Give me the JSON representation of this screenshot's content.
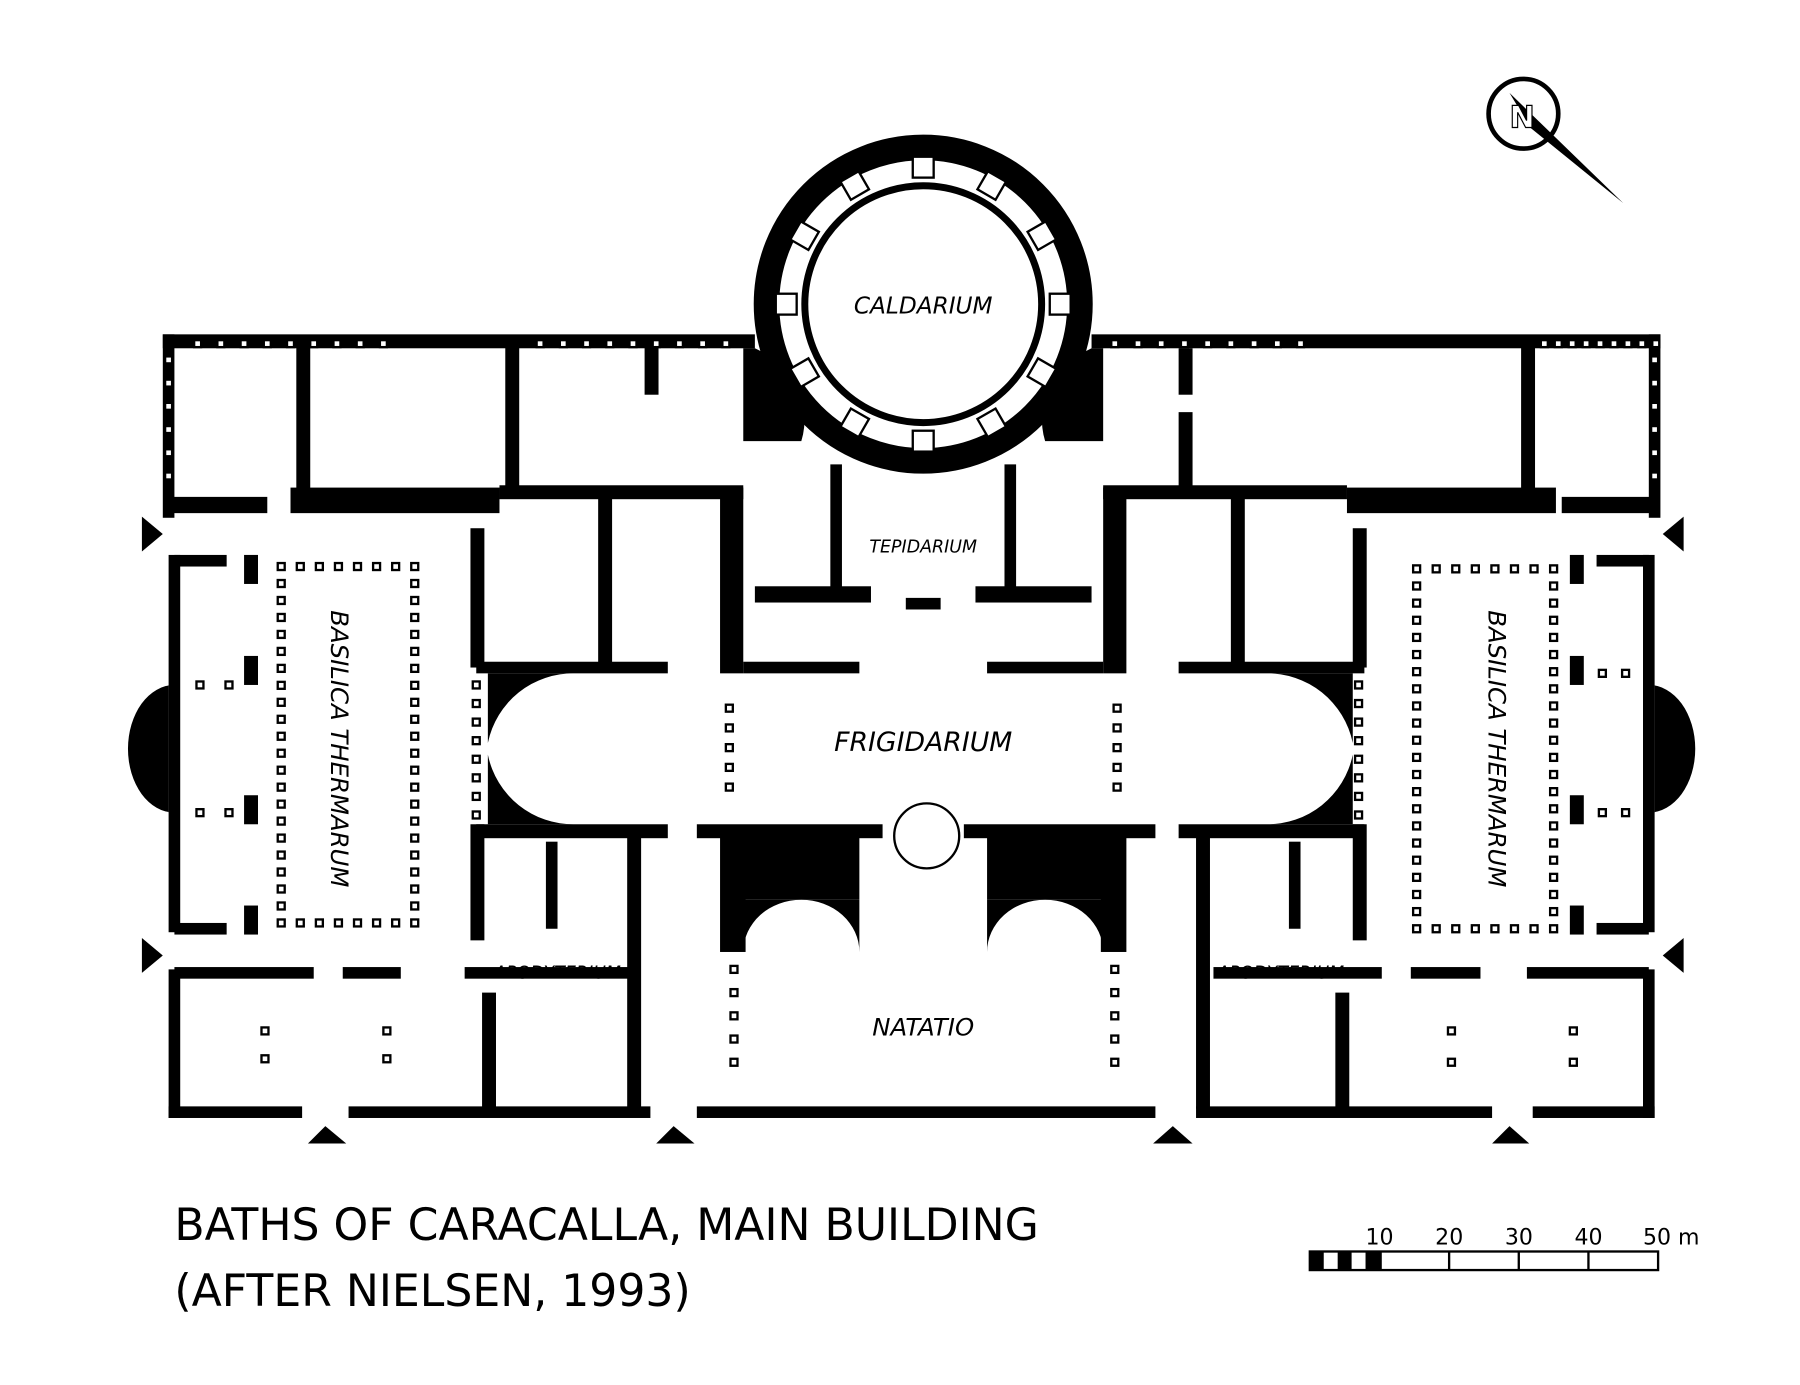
{
  "plan": {
    "labels": {
      "caldarium": "CALDARIUM",
      "tepidarium": "TEPIDARIUM",
      "frigidarium": "FRIGIDARIUM",
      "basilica_left": "BASILICA THERMARUM",
      "basilica_right": "BASILICA THERMARUM",
      "apodyterium_left": "APODYTERIUM",
      "apodyterium_right": "APODYTERIUM",
      "natatio": "NATATIO"
    },
    "north_arrow_letter": "N"
  },
  "caption": {
    "line1": "BATHS OF CARACALLA, MAIN BUILDING",
    "line2": "(AFTER NIELSEN, 1993)"
  },
  "scale_bar": {
    "ticks": [
      "10",
      "20",
      "30",
      "40",
      "50 m"
    ]
  },
  "colors": {
    "ink": "#000000",
    "paper": "#ffffff"
  }
}
